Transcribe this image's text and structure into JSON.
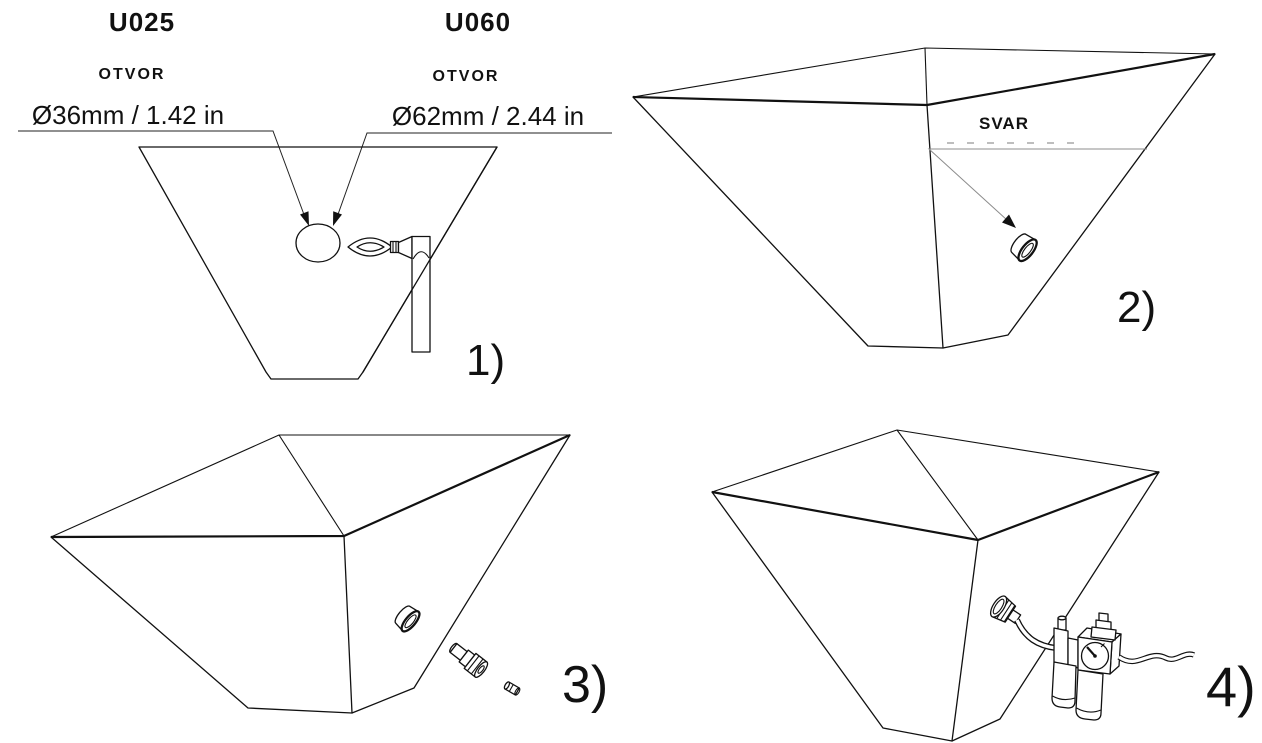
{
  "colors": {
    "background": "#ffffff",
    "line": "#111111",
    "leader": "#8c8c8c"
  },
  "header": {
    "model_left": "U025",
    "model_right": "U060",
    "opening_left": "OTVOR",
    "opening_right": "OTVOR",
    "diameter_left": "Ø36mm / 1.42 in",
    "diameter_right": "Ø62mm / 2.44 in"
  },
  "annotations": {
    "weld": "SVAR"
  },
  "steps": [
    {
      "number": "1)"
    },
    {
      "number": "2)"
    },
    {
      "number": "3)"
    },
    {
      "number": "4)"
    }
  ]
}
